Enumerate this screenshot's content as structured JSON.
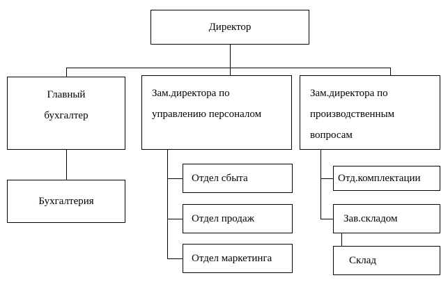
{
  "diagram": {
    "kind": "org-chart",
    "line_color": "#000000",
    "box_border_color": "#000000",
    "box_fill_color": "#ffffff",
    "nodes": {
      "director": {
        "label": "Директор"
      },
      "chief_accountant": {
        "lines": [
          "Главный",
          "бухгалтер"
        ]
      },
      "accounting": {
        "label": "Бухгалтерия"
      },
      "deputy_hr": {
        "lines": [
          "Зам.директора по",
          "управлению персоналом"
        ]
      },
      "sales_dept": {
        "label": "Отдел сбыта"
      },
      "trade_dept": {
        "label": "Отдел продаж"
      },
      "marketing_dept": {
        "label": "Отдел маркетинга"
      },
      "deputy_production": {
        "lines": [
          "Зам.директора по",
          "производственным",
          "вопросам"
        ]
      },
      "procurement_dept": {
        "label": "Отд.комплектации"
      },
      "warehouse_manager": {
        "label": "Зав.складом"
      },
      "warehouse": {
        "label": "Склад"
      }
    },
    "edges": [
      [
        "director",
        "chief_accountant"
      ],
      [
        "director",
        "deputy_hr"
      ],
      [
        "director",
        "deputy_production"
      ],
      [
        "chief_accountant",
        "accounting"
      ],
      [
        "deputy_hr",
        "sales_dept"
      ],
      [
        "deputy_hr",
        "trade_dept"
      ],
      [
        "deputy_hr",
        "marketing_dept"
      ],
      [
        "deputy_production",
        "procurement_dept"
      ],
      [
        "deputy_production",
        "warehouse_manager"
      ],
      [
        "warehouse_manager",
        "warehouse"
      ]
    ]
  }
}
